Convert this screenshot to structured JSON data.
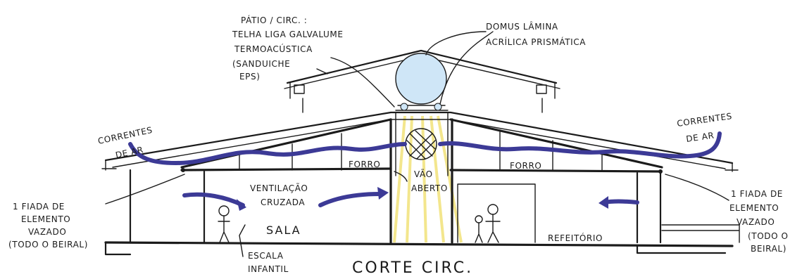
{
  "labels": {
    "roof_note_title": "PÁTIO / CIRC. :",
    "roof_note_line1": "TELHA LIGA GALVALUME",
    "roof_note_line2": "TERMOACÚSTICA",
    "roof_note_line3": "(SANDUICHE",
    "roof_note_line4": "EPS)",
    "domus_line1": "DOMUS LÂMINA",
    "domus_line2": "ACRÍLICA PRISMÁTICA",
    "air_left_line1": "CORRENTES",
    "air_left_line2": "DE   AR",
    "air_right_line1": "CORRENTES",
    "air_right_line2": "DE   AR",
    "forro_left": "FORRO",
    "forro_right": "FORRO",
    "vao_line1": "VÃO",
    "vao_line2": "ABERTO",
    "vent_line1": "VENTILAÇÃO",
    "vent_line2": "CRUZADA",
    "sala": "SALA",
    "refeitorio": "REFEITÓRIO",
    "escala_line1": "ESCALA",
    "escala_line2": "INFANTIL",
    "fiada_left_line1": "1 FIADA DE",
    "fiada_left_line2": "ELEMENTO",
    "fiada_left_line3": "VAZADO",
    "fiada_left_line4": "(TODO O BEIRAL)",
    "fiada_right_line1": "1 FIADA DE",
    "fiada_right_line2": "ELEMENTO",
    "fiada_right_line3": "VAZADO",
    "fiada_right_line4": "(TODO O",
    "fiada_right_line5": "BEIRAL)",
    "title": "CORTE CIRC."
  },
  "colors": {
    "ink": "#1b1b1b",
    "air_arrows": "#3c3a96",
    "light_rays": "#f2e27a",
    "domus": "#cfe6f7"
  }
}
